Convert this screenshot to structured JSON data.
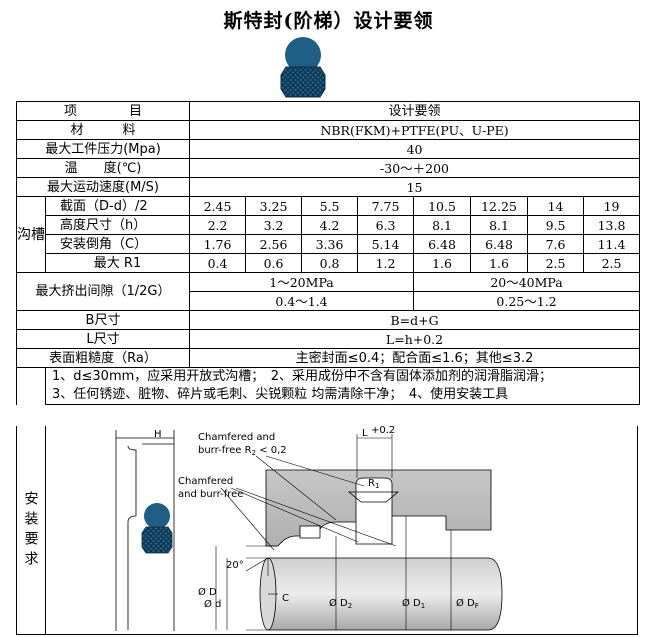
{
  "title": "斯特封(阶梯）设计要领",
  "table": {
    "header": {
      "item": "项　　　　目",
      "value": "设计要领"
    },
    "material": {
      "label": "材　　　料",
      "value": "NBR(FKM)+PTFE(PU、U-PE)"
    },
    "max_pressure": {
      "label": "最大工件压力(Mpa)",
      "value": "40"
    },
    "temperature": {
      "label": "温　　度(℃)",
      "value": "-30～＋200"
    },
    "max_speed": {
      "label": "最大运动速度(M/S)",
      "value": "15"
    },
    "groove": {
      "label": "沟槽",
      "rows": [
        {
          "label": "截面（D-d）/2",
          "values": [
            "2.45",
            "3.25",
            "5.5",
            "7.75",
            "10.5",
            "12.25",
            "14",
            "19"
          ]
        },
        {
          "label": "高度尺寸（h）",
          "values": [
            "2.2",
            "3.2",
            "4.2",
            "6.3",
            "8.1",
            "8.1",
            "9.5",
            "13.8"
          ]
        },
        {
          "label": "安装倒角（C）",
          "values": [
            "1.76",
            "2.56",
            "3.36",
            "5.14",
            "6.48",
            "6.48",
            "7.6",
            "11.4"
          ]
        },
        {
          "label": "最大 R1",
          "values": [
            "0.4",
            "0.6",
            "0.8",
            "1.2",
            "1.6",
            "1.6",
            "2.5",
            "2.5"
          ]
        }
      ]
    },
    "extrusion": {
      "label": "最大挤出间隙（1/2G）",
      "range_low": "1～20MPa",
      "range_high": "20～40MPa",
      "gap_low": "0.4～1.4",
      "gap_high": "0.25～1.2"
    },
    "b_size": {
      "label": "B尺寸",
      "value": "B=d+G"
    },
    "l_size": {
      "label": "L尺寸",
      "value": "L=h+0.2"
    },
    "roughness": {
      "label": "表面粗糙度（Ra）",
      "value": "主密封面≤0.4；配合面≤1.6；其他≤3.2"
    },
    "install": {
      "label": "安装要求",
      "note_line1": "1、d≤30mm，应采用开放式沟槽；　2、采用成份中不含有固体添加剂的润滑脂润滑；",
      "note_line2": "3、任何锈迹、脏物、碎片或毛刺、尖锐颗粒 均需清除干净；　4、使用安装工具"
    }
  },
  "drawing": {
    "label_h": "H",
    "label_l": "L",
    "label_l_tol": "+0.2",
    "label_chamfer1_a": "Chamfered and",
    "label_chamfer1_b": "burr-free R",
    "label_chamfer1_sub": "2",
    "label_chamfer1_c": " < 0,2",
    "label_chamfer2_a": "Chamfered",
    "label_chamfer2_b": "and burr-free",
    "label_r1": "R",
    "label_r1_sub": "1",
    "label_angle": "20°",
    "label_c": "C",
    "label_od_big": "Ø D",
    "label_od_small": "Ø d",
    "label_d2": "Ø D",
    "label_d2_sub": "2",
    "label_d1": "Ø D",
    "label_d1_sub": "1",
    "label_df": "Ø D",
    "label_df_sub": "F",
    "seal_blue": "#1f5f86",
    "seal_dark": "#0e3f5c"
  }
}
